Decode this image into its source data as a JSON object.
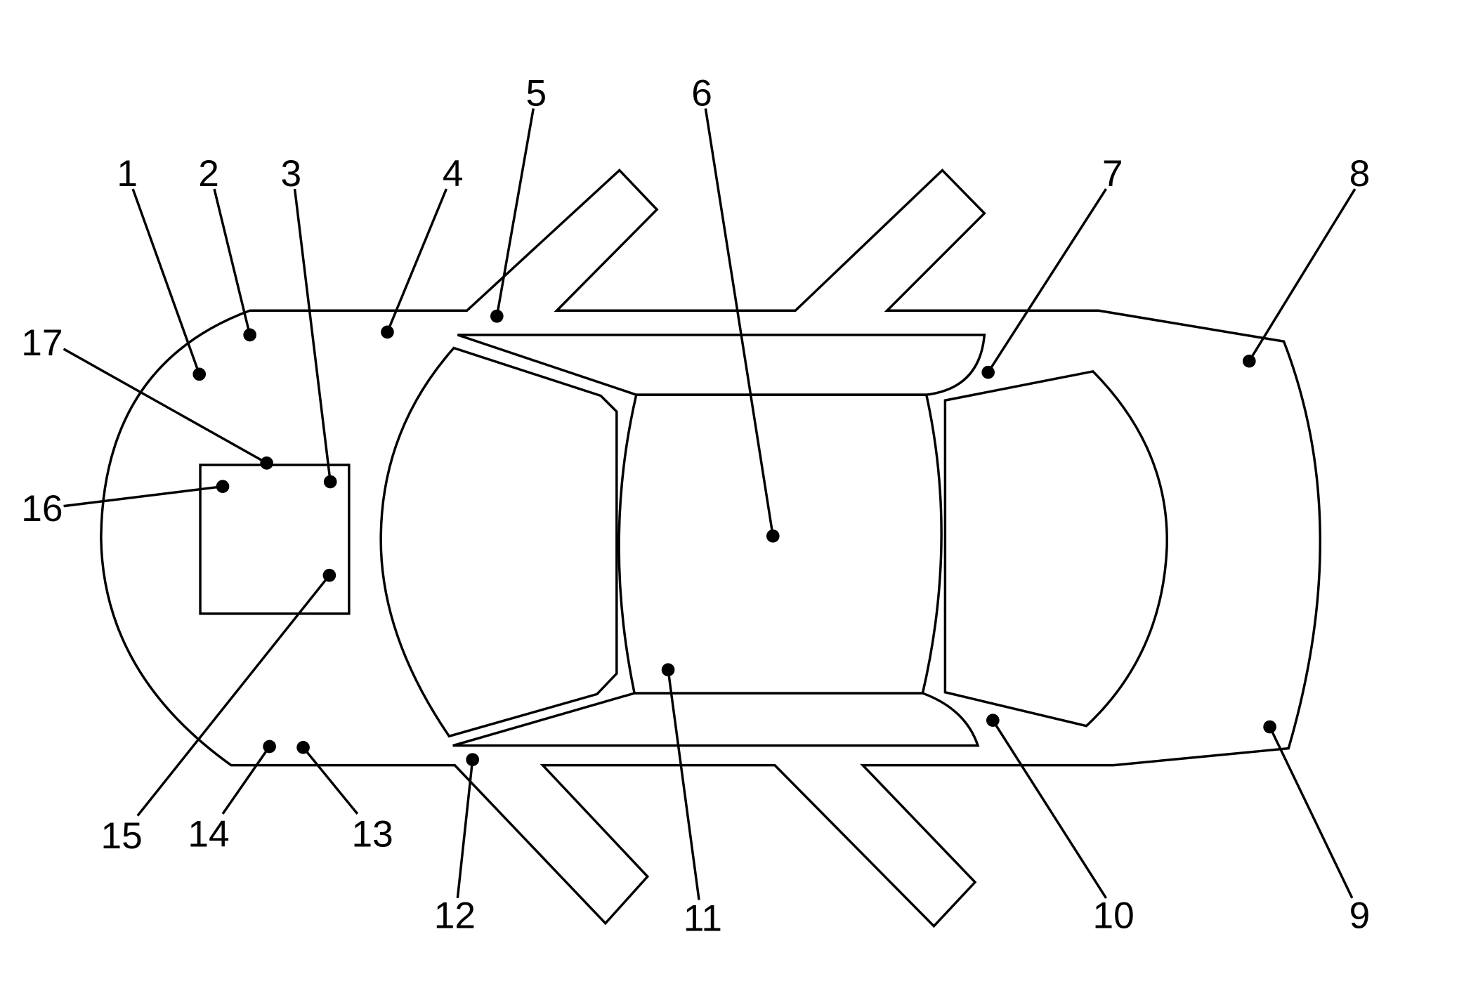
{
  "callouts": [
    {
      "id": 1,
      "label": "1"
    },
    {
      "id": 2,
      "label": "2"
    },
    {
      "id": 3,
      "label": "3"
    },
    {
      "id": 4,
      "label": "4"
    },
    {
      "id": 5,
      "label": "5"
    },
    {
      "id": 6,
      "label": "6"
    },
    {
      "id": 7,
      "label": "7"
    },
    {
      "id": 8,
      "label": "8"
    },
    {
      "id": 9,
      "label": "9"
    },
    {
      "id": 10,
      "label": "10"
    },
    {
      "id": 11,
      "label": "11"
    },
    {
      "id": 12,
      "label": "12"
    },
    {
      "id": 13,
      "label": "13"
    },
    {
      "id": 14,
      "label": "14"
    },
    {
      "id": 15,
      "label": "15"
    },
    {
      "id": 16,
      "label": "16"
    },
    {
      "id": 17,
      "label": "17"
    }
  ]
}
